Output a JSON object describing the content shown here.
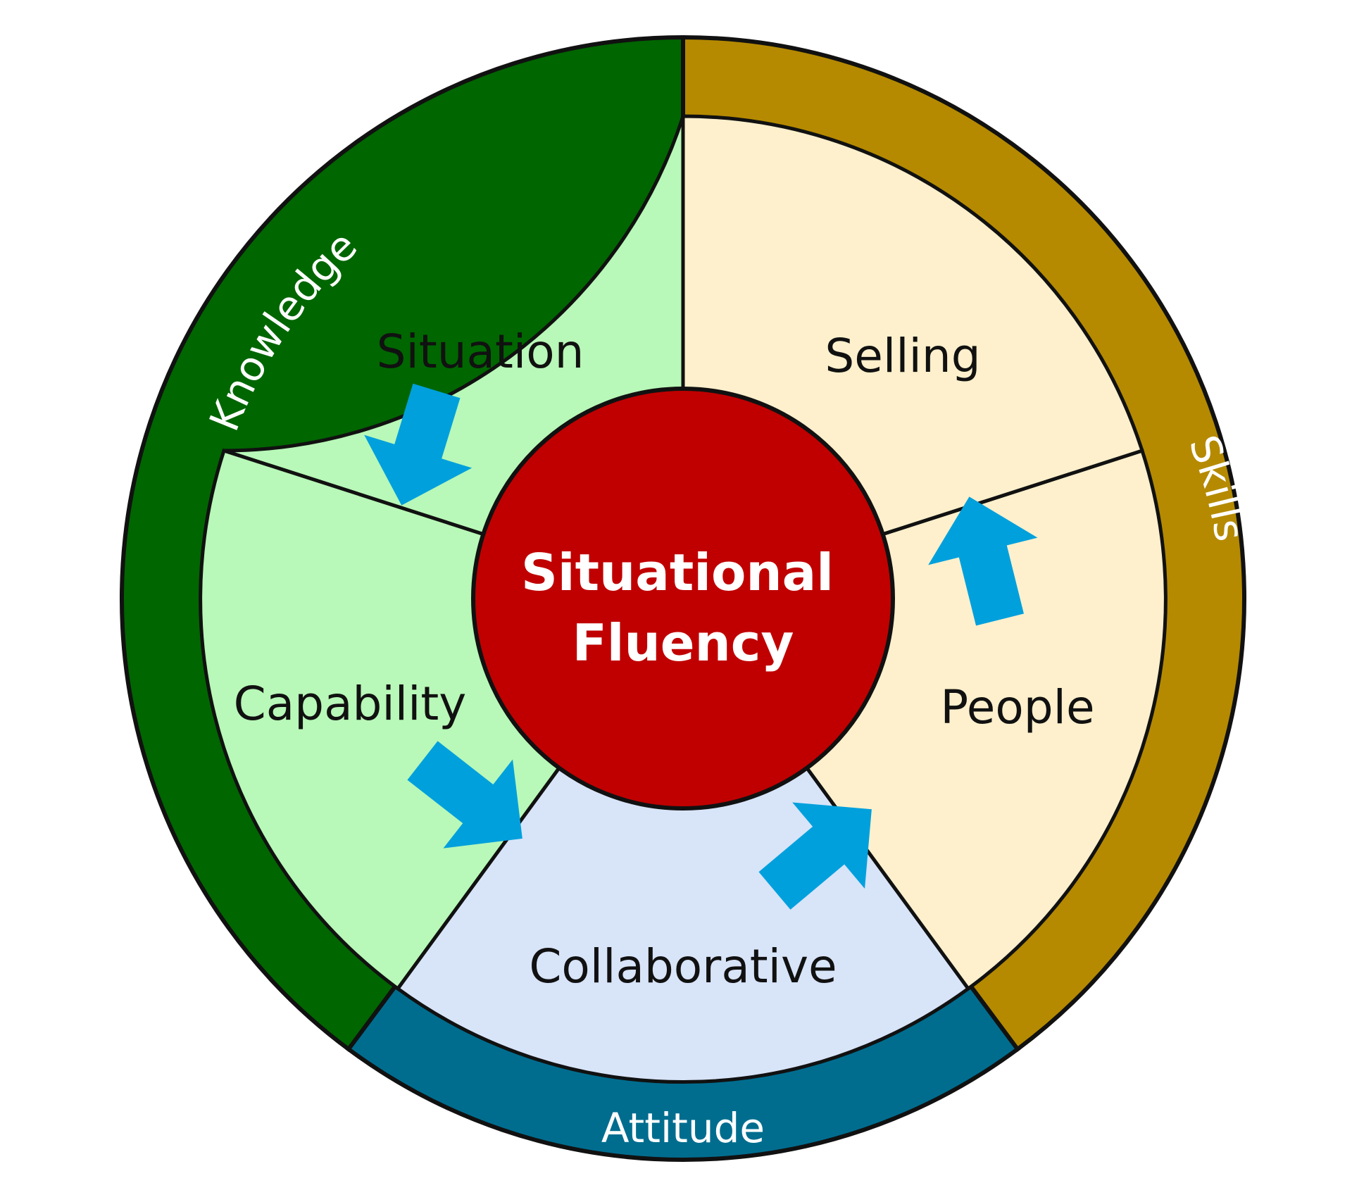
{
  "diagram": {
    "center_label_line1": "Situational",
    "center_label_line2": "Fluency",
    "outer_ring": [
      {
        "label": "Knowledge",
        "color": "#006600"
      },
      {
        "label": "Skills",
        "color": "#b58a00"
      },
      {
        "label": "Attitude",
        "color": "#006d8f"
      }
    ],
    "segments": [
      {
        "label": "Situation",
        "fill": "#b8f8b8"
      },
      {
        "label": "Capability",
        "fill": "#b8f8b8"
      },
      {
        "label": "Collaborative",
        "fill": "#d8e4f8"
      },
      {
        "label": "People",
        "fill": "#fef0cc"
      },
      {
        "label": "Selling",
        "fill": "#fef0cc"
      }
    ],
    "center_fill": "#c00000",
    "arrow_color": "#00a0dd",
    "arrow_flow": [
      "Situation → Capability",
      "Capability → Collaborative",
      "Collaborative → People",
      "People → Selling"
    ]
  }
}
